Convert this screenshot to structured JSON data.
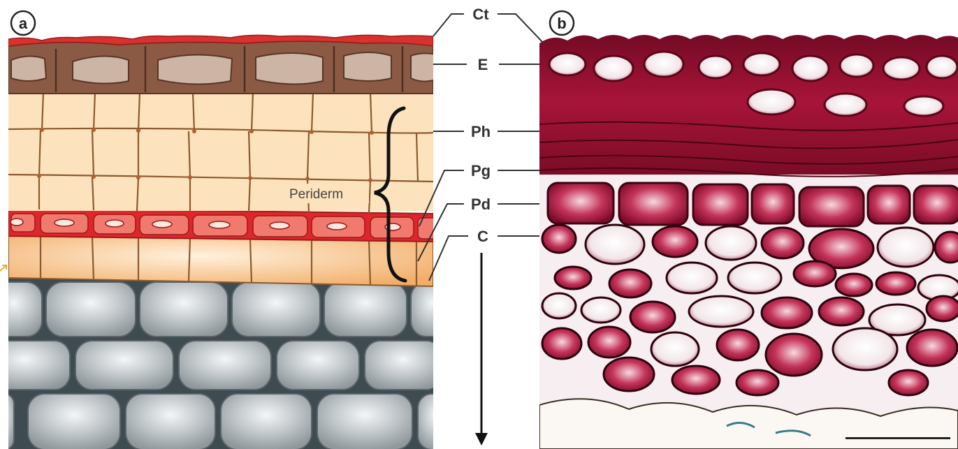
{
  "figure": {
    "panel_a_letter": "a",
    "panel_b_letter": "b",
    "periderm_label": "Periderm",
    "labels": {
      "ct": "Ct",
      "e": "E",
      "ph": "Ph",
      "pg": "Pg",
      "pd": "Pd",
      "c": "C"
    }
  },
  "colors": {
    "cuticle": "#d8322f",
    "epidermis": "#8a5a44",
    "epidermis_lumen": "#cdb5a6",
    "phellem": "#fde3bd",
    "phellogen": "#e0262b",
    "phelloderm": "#f6b97a",
    "cortex_bg": "#3e4b50",
    "cortex_cell": "#aeb5b8",
    "micro_stain": "#b3193f",
    "orange_arrow": "#f0a020"
  }
}
